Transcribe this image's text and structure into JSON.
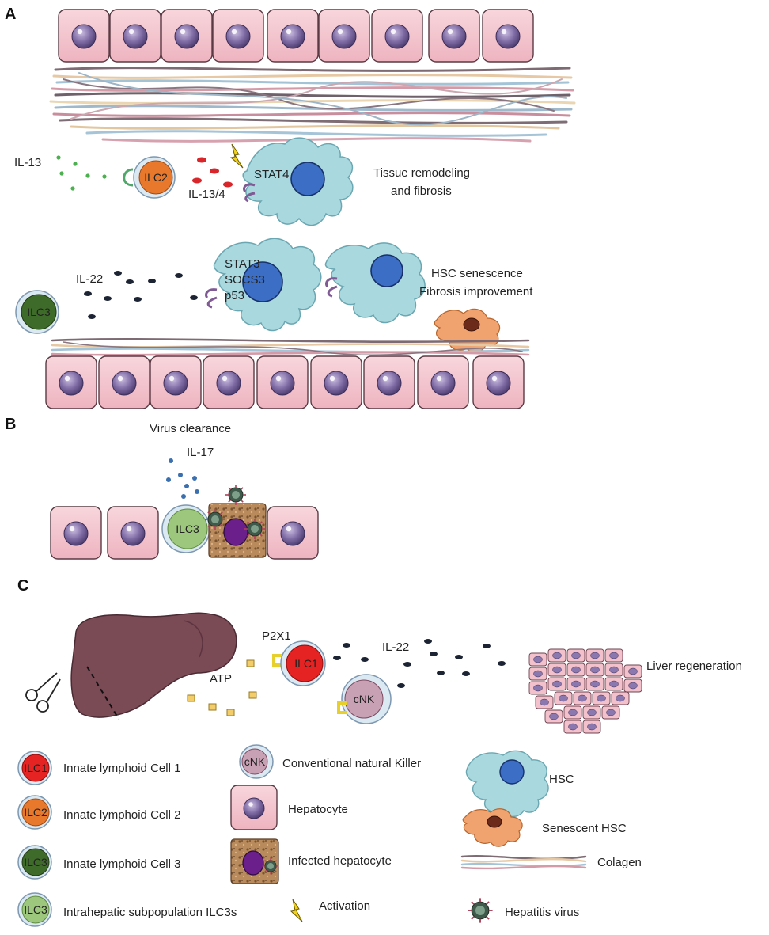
{
  "panels": {
    "a": "A",
    "b": "B",
    "c": "C"
  },
  "panel_a": {
    "il13": "IL-13",
    "ilc2": "ILC2",
    "il13_4": "IL-13/4",
    "stat4": "STAT4",
    "remodel_1": "Tissue remodeling",
    "remodel_2": "and fibrosis",
    "il22": "IL-22",
    "ilc3": "ILC3",
    "stat3": "STAT3",
    "socs3": "SOCS3",
    "p53": "p53",
    "hsc_sen": "HSC senescence",
    "fib_imp": "Fibrosis improvement"
  },
  "panel_b": {
    "virus_clearance": "Virus clearance",
    "il17": "IL-17",
    "ilc3": "ILC3"
  },
  "panel_c": {
    "p2x1": "P2X1",
    "atp": "ATP",
    "ilc1": "ILC1",
    "il22": "IL-22",
    "cnk": "cNK",
    "liver_regen": "Liver regeneration"
  },
  "legend": {
    "ilc1_abbr": "ILC1",
    "ilc1": "Innate lymphoid Cell 1",
    "ilc2_abbr": "ILC2",
    "ilc2": "Innate lymphoid Cell 2",
    "ilc3_abbr": "ILC3",
    "ilc3": "Innate lymphoid Cell 3",
    "ilc3s_abbr": "ILC3",
    "ilc3s": "Intrahepatic subpopulation ILC3s",
    "cnk_abbr": "cNK",
    "cnk": "Conventional natural Killer",
    "hepatocyte": "Hepatocyte",
    "infected": "Infected hepatocyte",
    "activation": "Activation",
    "hsc": "HSC",
    "senescent": "Senescent HSC",
    "colagen": "Colagen",
    "virus": "Hepatitis virus"
  },
  "colors": {
    "hepatocyte": "#f3c6cf",
    "nucleus": "#7e6aa3",
    "hsc": "#a9d8df",
    "hsc_nucleus": "#3b6ec4",
    "ilc1": "#e52322",
    "ilc2": "#e8792c",
    "ilc3": "#3e6a2a",
    "ilc3s": "#9cc77c",
    "cnk": "#c9a1b4",
    "senescent": "#f0a36e",
    "liver": "#7a4a55",
    "infected": "#b4875a"
  }
}
